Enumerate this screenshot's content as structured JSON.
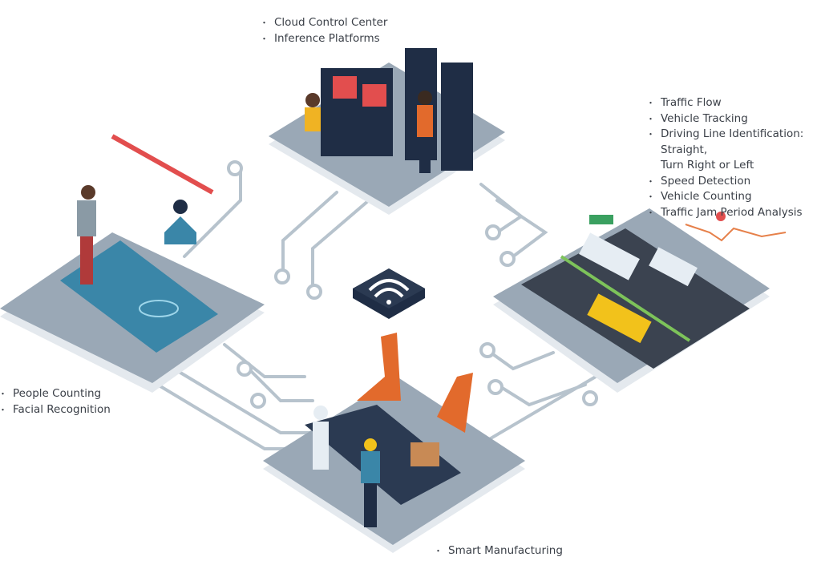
{
  "cloud": {
    "items": [
      "Cloud Control Center",
      "Inference Platforms"
    ]
  },
  "traffic": {
    "items": [
      "Traffic Flow",
      "Vehicle Tracking",
      "Driving Line Identification: Straight,",
      "Turn Right or Left",
      "Speed Detection",
      "Vehicle Counting",
      "Traffic Jam Period Analysis"
    ]
  },
  "people": {
    "items": [
      "People Counting",
      "Facial Recognition"
    ]
  },
  "manufacturing": {
    "items": [
      "Smart Manufacturing"
    ]
  },
  "colors": {
    "platform_top": "#9aa8b6",
    "platform_side": "#e4e9ee",
    "circuit": "#b7c3cd",
    "dark_navy": "#1f2d45",
    "robot_orange": "#e26a2c",
    "bus_yellow": "#f2c21b",
    "phone_blue": "#3a86a8"
  }
}
